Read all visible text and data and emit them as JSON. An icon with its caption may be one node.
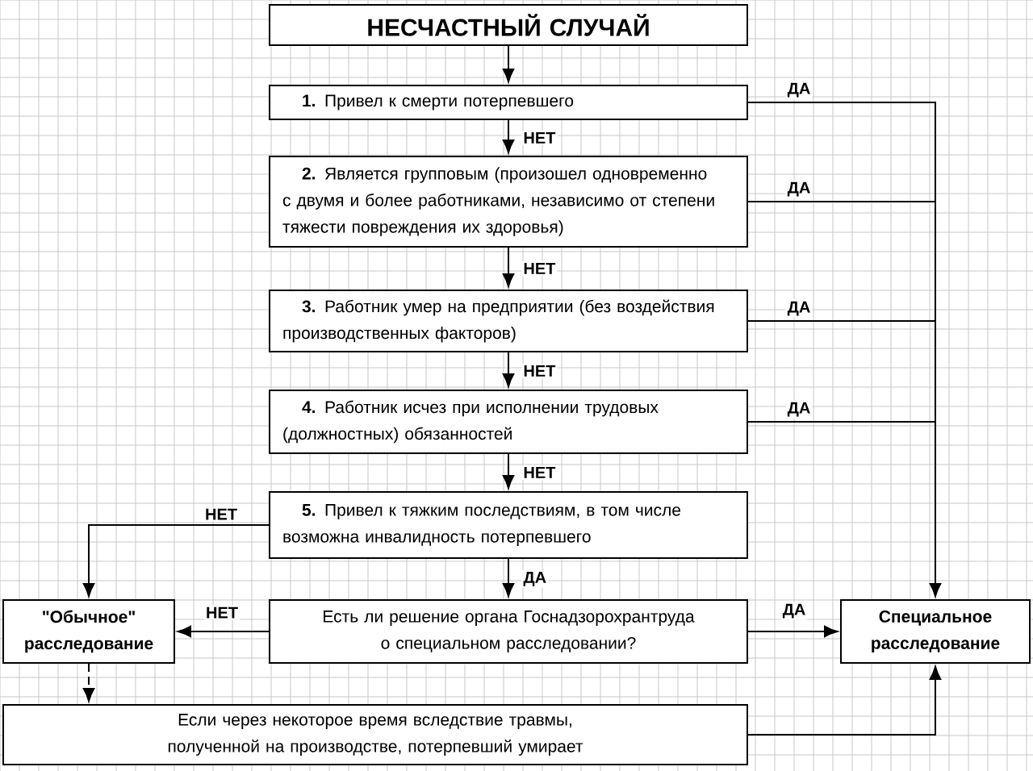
{
  "diagram": {
    "nodes": [
      {
        "text": [
          "НЕСЧАСТНЫЙ СЛУЧАЙ"
        ]
      },
      {
        "text": [
          "**1.** Привел к смерти потерпевшего"
        ]
      },
      {
        "text": [
          "**2.** Является групповым (произошел одновременно с двумя и более работниками, независимо от степени тяжести повреждения их здоровья)"
        ]
      },
      {
        "text": [
          "**3.** Работник умер на предприятии (без воздействия производственных факторов)"
        ]
      },
      {
        "text": [
          "**4.** Работник исчез при исполнении трудовых (должностных) обязанностей"
        ]
      },
      {
        "text": [
          "**5.** Привел к тяжким последствиям, в том числе возможна инвалидность потерпевшего"
        ]
      },
      {
        "text": [
          "Есть ли решение органа Госнадзорохрантруда о специальном расследовании?"
        ]
      },
      {
        "text": [
          "\"Обычное\" расследование"
        ]
      },
      {
        "text": [
          "Специальное расследование"
        ]
      },
      {
        "text": [
          "Если через некоторое время вследствие травмы, полученной на производстве, потерпевший умирает"
        ]
      }
    ],
    "edges": [
      {
        "from": 0,
        "to": 1,
        "arrow": "to"
      },
      {
        "from": 1,
        "to": 2,
        "arrow": "to",
        "label": "НЕТ"
      },
      {
        "from": 2,
        "to": 3,
        "arrow": "to",
        "label": "НЕТ"
      },
      {
        "from": 3,
        "to": 4,
        "arrow": "to",
        "label": "НЕТ"
      },
      {
        "from": 4,
        "to": 5,
        "arrow": "to",
        "label": "НЕТ"
      },
      {
        "from": 5,
        "to": 6,
        "arrow": "to",
        "label": "ДА"
      },
      {
        "from": 1,
        "to": 8,
        "arrow": "to",
        "label": "ДА"
      },
      {
        "from": 2,
        "to": 8,
        "arrow": "to",
        "label": "ДА"
      },
      {
        "from": 3,
        "to": 8,
        "arrow": "to",
        "label": "ДА"
      },
      {
        "from": 4,
        "to": 8,
        "arrow": "to",
        "label": "ДА"
      },
      {
        "from": 5,
        "to": 7,
        "arrow": "to",
        "label": "НЕТ"
      },
      {
        "from": 6,
        "to": 7,
        "arrow": "to",
        "label": "НЕТ"
      },
      {
        "from": 6,
        "to": 8,
        "arrow": "to",
        "label": "ДА"
      },
      {
        "from": 7,
        "to": 9,
        "arrow": "to",
        "style": "dashed"
      },
      {
        "from": 9,
        "to": 8,
        "arrow": "to"
      }
    ]
  }
}
